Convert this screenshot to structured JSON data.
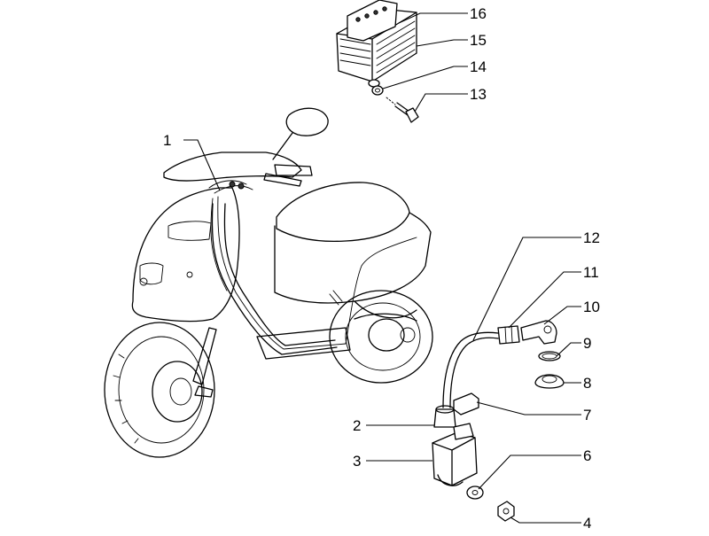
{
  "diagram": {
    "parts": [
      {
        "id": "p1",
        "number": "1"
      },
      {
        "id": "p2",
        "number": "2"
      },
      {
        "id": "p3",
        "number": "3"
      },
      {
        "id": "p4",
        "number": "4"
      },
      {
        "id": "p6",
        "number": "6"
      },
      {
        "id": "p7",
        "number": "7"
      },
      {
        "id": "p8",
        "number": "8"
      },
      {
        "id": "p9",
        "number": "9"
      },
      {
        "id": "p10",
        "number": "10"
      },
      {
        "id": "p11",
        "number": "11"
      },
      {
        "id": "p12",
        "number": "12"
      },
      {
        "id": "p13",
        "number": "13"
      },
      {
        "id": "p14",
        "number": "14"
      },
      {
        "id": "p15",
        "number": "15"
      },
      {
        "id": "p16",
        "number": "16"
      }
    ]
  }
}
